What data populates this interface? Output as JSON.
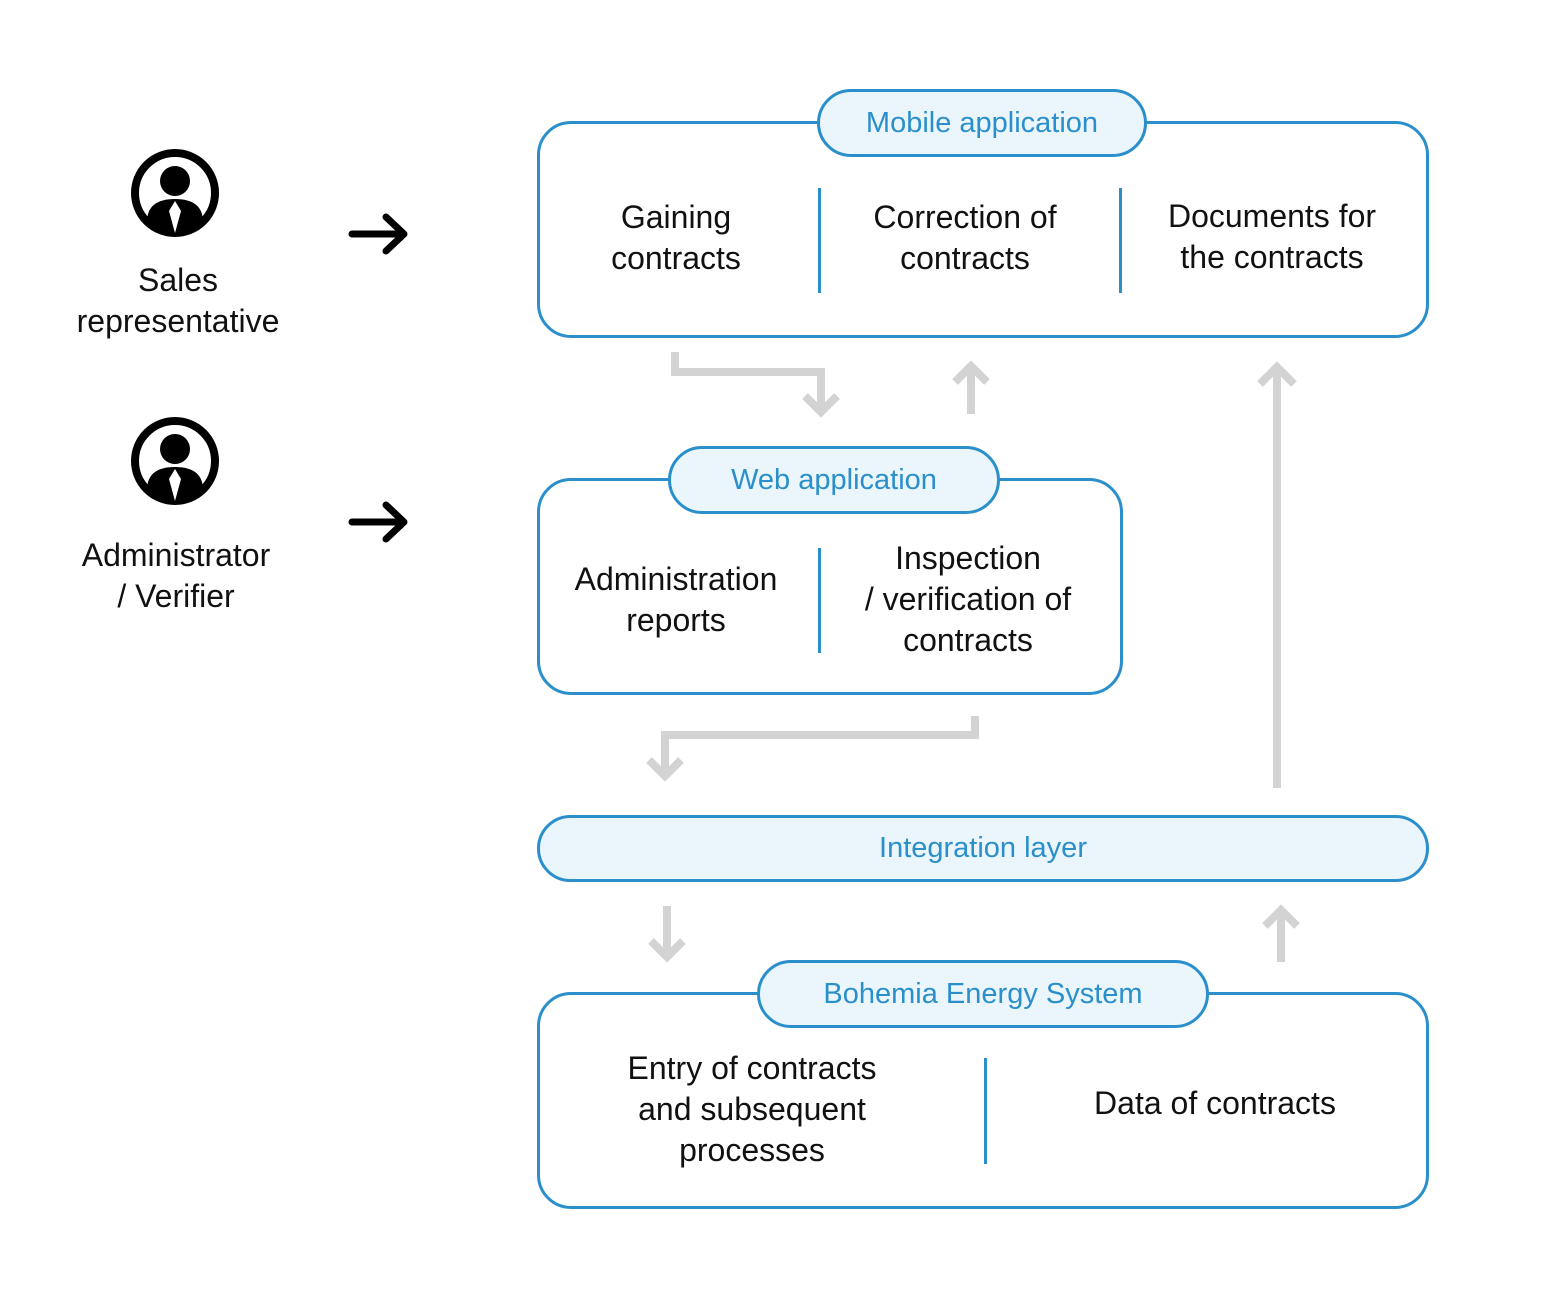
{
  "actors": [
    {
      "label_lines": [
        "Sales",
        "representative"
      ],
      "icon": "person-icon"
    },
    {
      "label_lines": [
        "Administrator",
        "/ Verifier"
      ],
      "icon": "person-icon"
    }
  ],
  "mobile_app": {
    "title": "Mobile application",
    "items": [
      {
        "lines": [
          "Gaining",
          "contracts"
        ]
      },
      {
        "lines": [
          "Correction of",
          "contracts"
        ]
      },
      {
        "lines": [
          "Documents for",
          "the contracts"
        ]
      }
    ]
  },
  "web_app": {
    "title": "Web application",
    "items": [
      {
        "lines": [
          "Administration",
          "reports"
        ]
      },
      {
        "lines": [
          "Inspection",
          "/ verification of",
          "contracts"
        ]
      }
    ]
  },
  "integration_layer": {
    "title": "Integration layer"
  },
  "bohemia_system": {
    "title": "Bohemia Energy System",
    "items": [
      {
        "lines": [
          "Entry of contracts",
          "and subsequent",
          "processes"
        ]
      },
      {
        "lines": [
          "Data of contracts"
        ]
      }
    ]
  },
  "colors": {
    "accent": "#2a8fcb",
    "pill_fill": "#eaf6fc",
    "connector": "#d3d3d3",
    "text": "#111111",
    "icon": "#000000"
  }
}
